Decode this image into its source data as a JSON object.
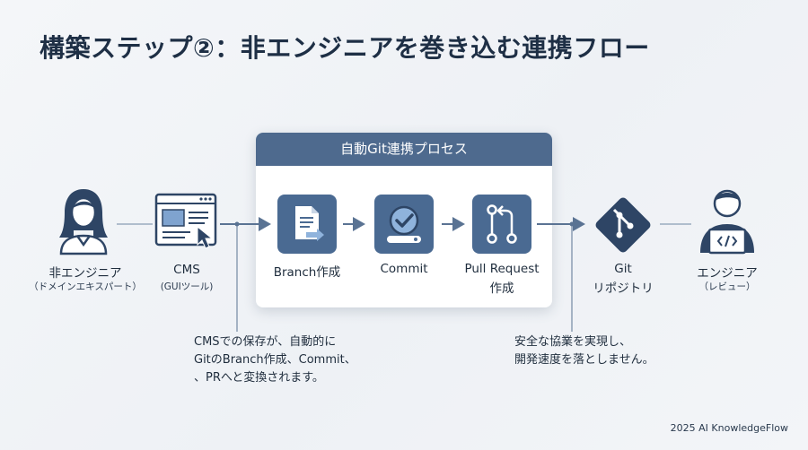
{
  "title": "構築ステップ②：非エンジニアを巻き込む連携フロー",
  "panel": {
    "header": "自動Git連携プロセス"
  },
  "nodes": {
    "non_engineer": {
      "label": "非エンジニア",
      "sub": "（ドメインエキスパート）",
      "icon": "person-icon"
    },
    "cms": {
      "label": "CMS",
      "sub": "(GUIツール)",
      "icon": "browser-window-icon"
    },
    "branch": {
      "label": "Branch作成",
      "icon": "document-arrow-icon"
    },
    "commit": {
      "label": "Commit",
      "icon": "check-badge-icon"
    },
    "pull_request": {
      "label": "Pull Request",
      "label2": "作成",
      "icon": "pull-request-icon"
    },
    "git": {
      "label": "Git",
      "label2": "リポジトリ",
      "icon": "git-icon"
    },
    "engineer": {
      "label": "エンジニア",
      "sub": "（レビュー）",
      "icon": "developer-laptop-icon"
    }
  },
  "notes": {
    "left": [
      "CMSでの保存が、自動的に",
      "GitのBranch作成、Commit、",
      "、PRへと変換されます。"
    ],
    "right": [
      "安全な協業を実現し、",
      "開発速度を落としません。"
    ]
  },
  "footer": "2025 AI KnowledgeFlow",
  "colors": {
    "tile": "#4a6a92",
    "header": "#4e6a8e",
    "line": "#9aabbf",
    "arrow": "#5a7393",
    "icon_dark": "#2e4565"
  }
}
